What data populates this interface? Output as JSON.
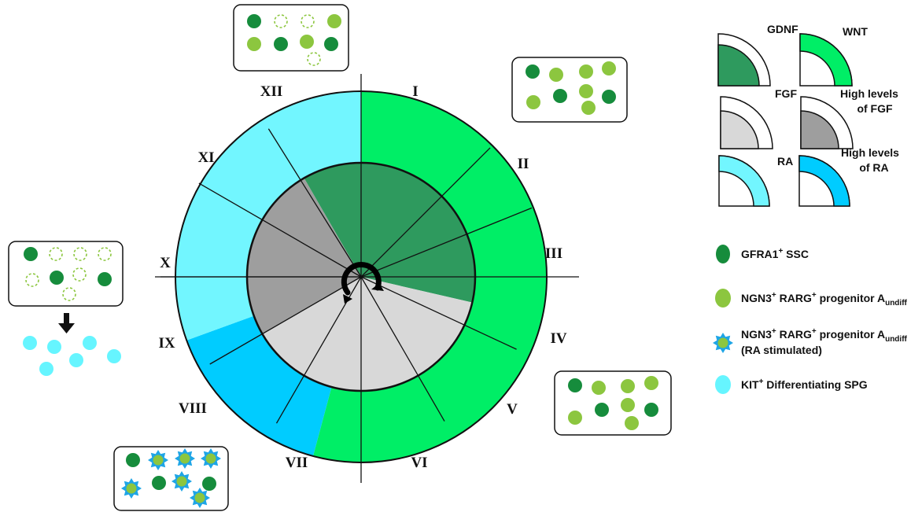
{
  "stages": [
    "I",
    "II",
    "III",
    "IV",
    "V",
    "VI",
    "VII",
    "VIII",
    "IX",
    "X",
    "XI",
    "XII"
  ],
  "colors": {
    "wnt": "#00ee66",
    "gdnf": "#2e9a5e",
    "fgf": "#d8d8d8",
    "fgf_high": "#9e9e9e",
    "ra": "#72f6ff",
    "ra_high": "#00ccff",
    "ssc": "#168c3c",
    "progenitor": "#8cc63f",
    "kit": "#66f5ff",
    "star": "#1ea5e6"
  },
  "legend": {
    "gdnf": "GDNF",
    "wnt": "WNT",
    "fgf": "FGF",
    "fgf_high_1": "High levels",
    "fgf_high_2": "of FGF",
    "ra": "RA",
    "ra_high_1": "High levels",
    "ra_high_2": "of RA",
    "ssc_label": "GFRA1",
    "ssc_sup": "+",
    "ssc_suffix": " SSC",
    "prog_label": "NGN3",
    "prog_sup1": "+",
    "prog_mid": " RARG",
    "prog_sup2": "+",
    "prog_suffix": " progenitor A",
    "prog_sub": "undiff",
    "ra_prog_label": "NGN3",
    "ra_prog_sup1": "+",
    "ra_prog_mid": " RARG",
    "ra_prog_sup2": "+",
    "ra_prog_suffix": " progenitor A",
    "ra_prog_sub": "undiff",
    "ra_prog_line2": "(RA stimulated)",
    "kit_label": "KIT",
    "kit_sup": "+",
    "kit_suffix": " Differentiating SPG"
  }
}
